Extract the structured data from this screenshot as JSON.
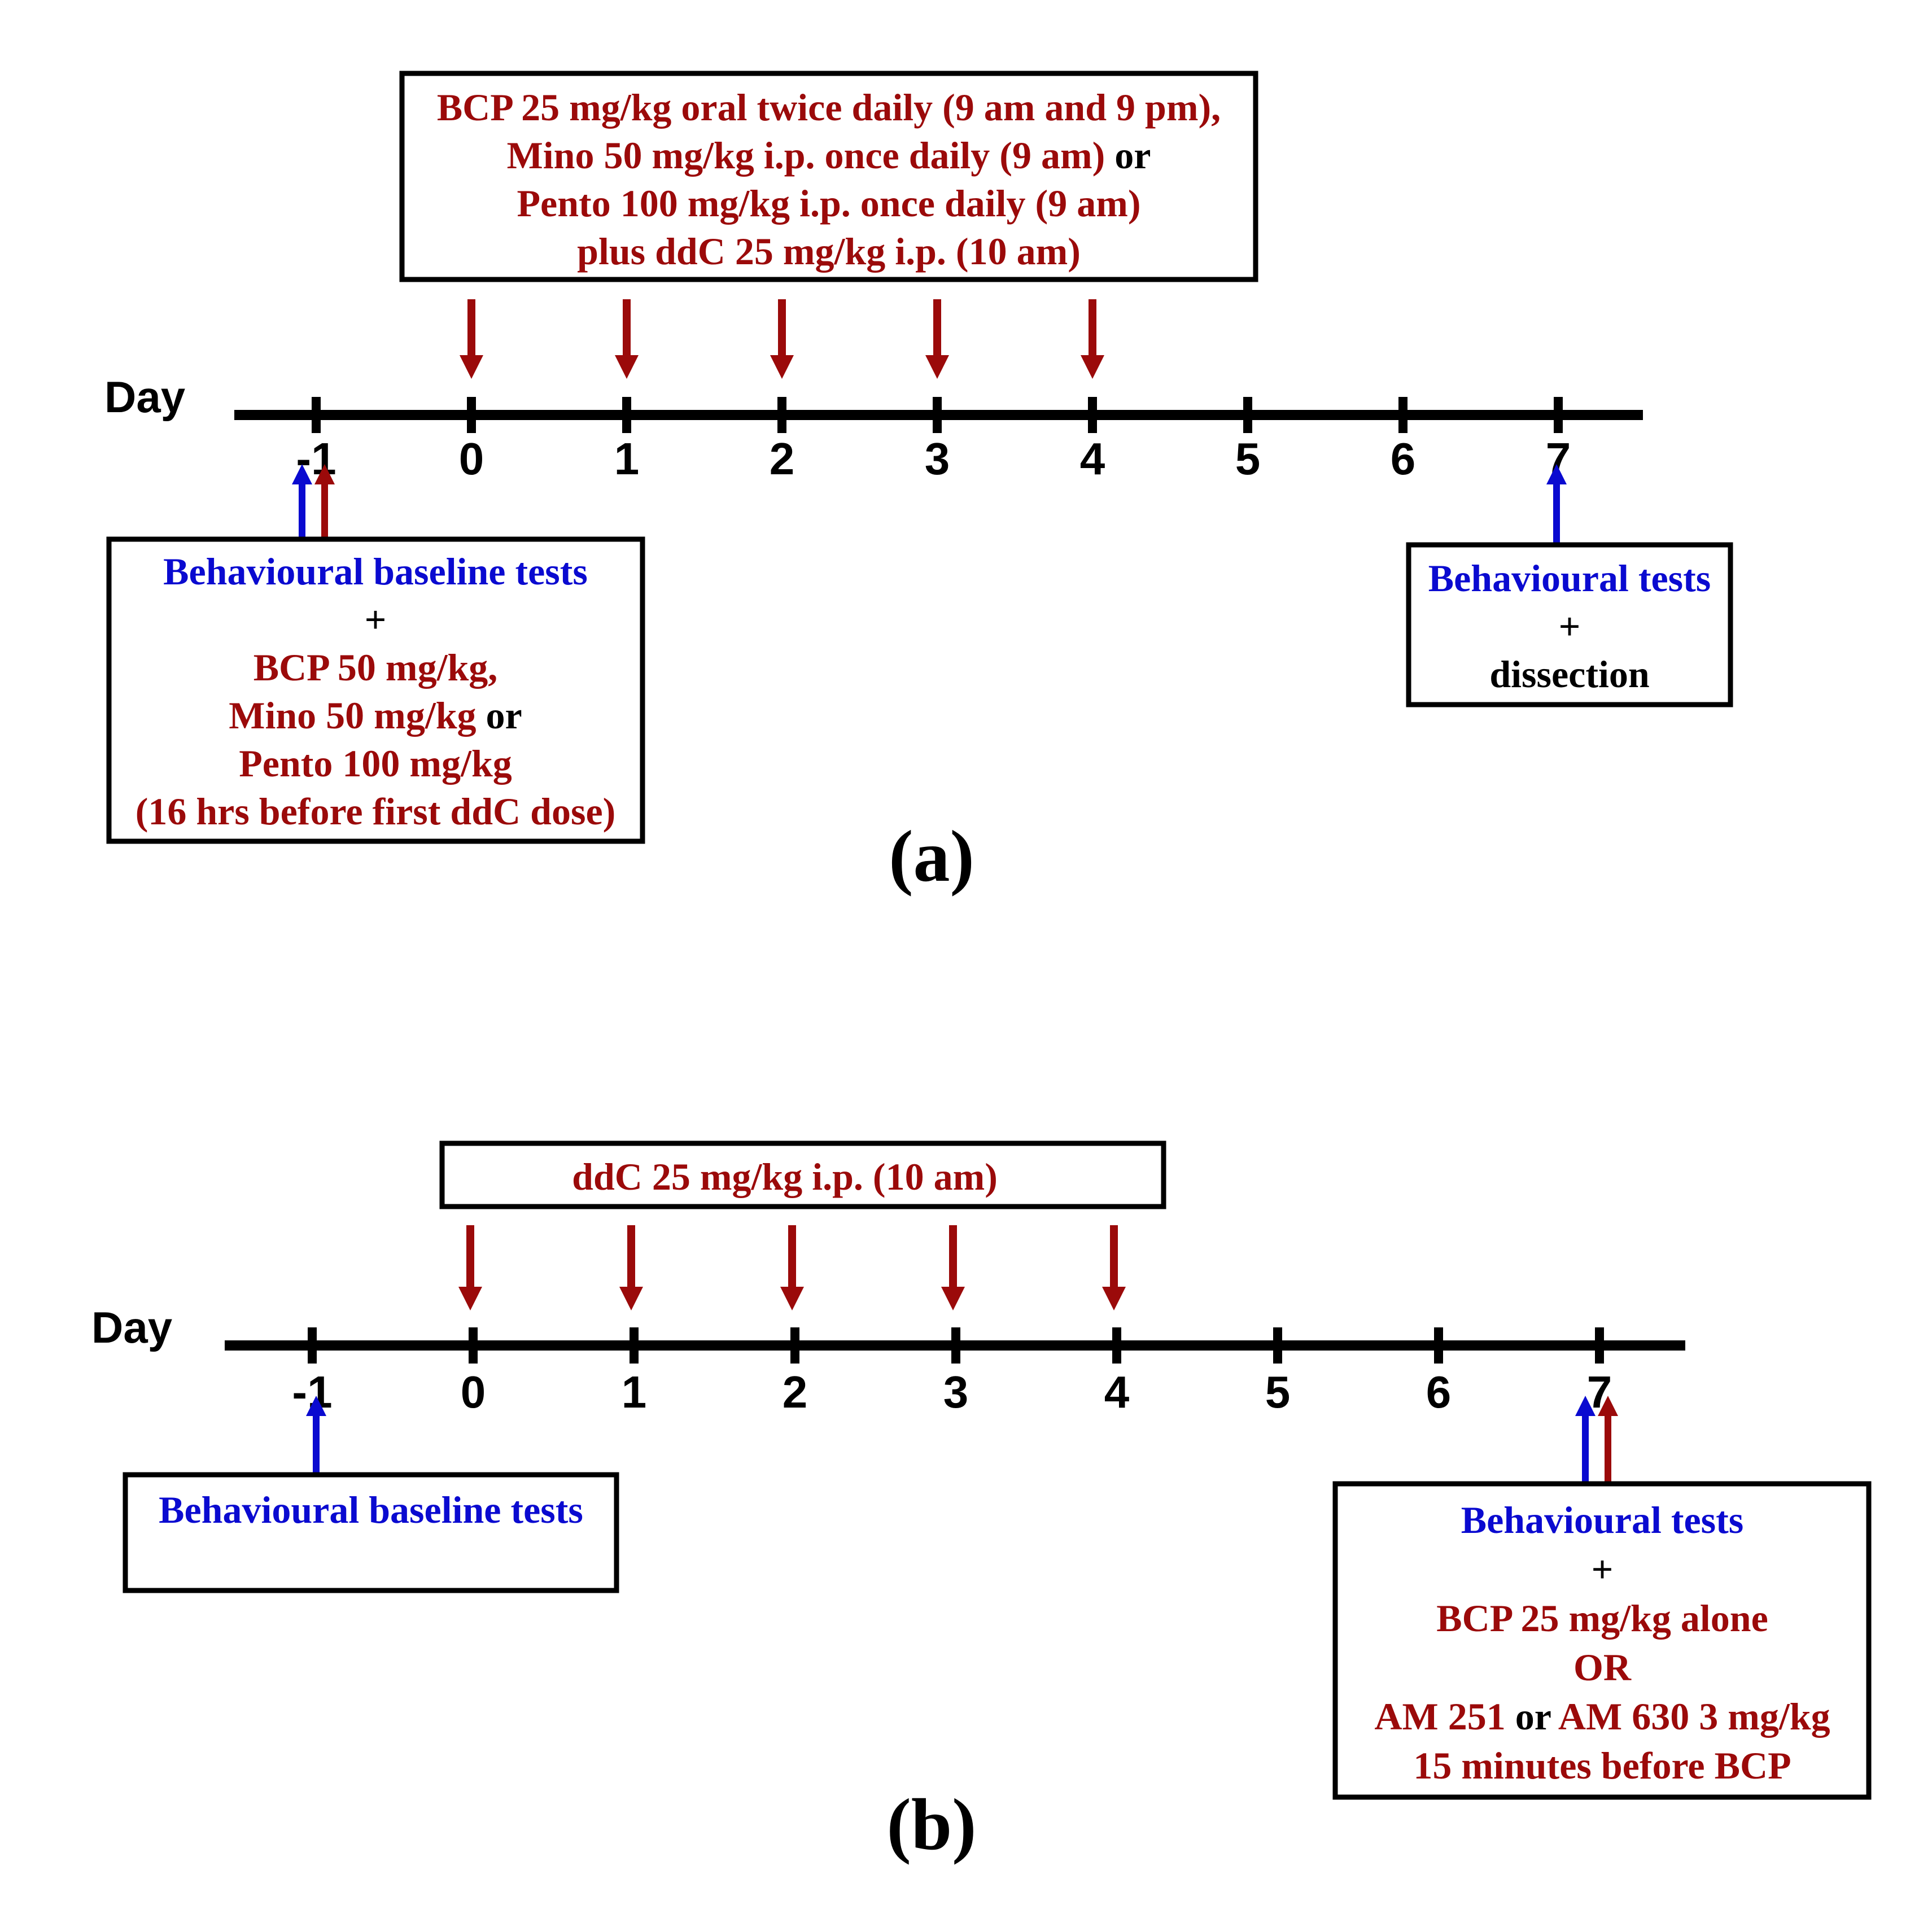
{
  "colors": {
    "red": "#9b0a0a",
    "blue": "#0a0ad0",
    "black": "#000000",
    "box_border": "#000000"
  },
  "panel_a": {
    "label": "(a)",
    "day_label": "Day",
    "days": [
      "-1",
      "0",
      "1",
      "2",
      "3",
      "4",
      "5",
      "6",
      "7"
    ],
    "top_box": {
      "lines": [
        [
          {
            "t": "BCP 25 mg/kg oral twice daily (9 am and 9 pm),",
            "c": "red"
          }
        ],
        [
          {
            "t": "Mino 50 mg/kg i.p. once daily (9 am)",
            "c": "red"
          },
          {
            "t": " or",
            "c": "black"
          }
        ],
        [
          {
            "t": "Pento 100 mg/kg i.p. once daily (9 am)",
            "c": "red"
          }
        ],
        [
          {
            "t": "plus ddC 25 mg/kg i.p. (10 am)",
            "c": "red"
          }
        ]
      ]
    },
    "left_box": {
      "lines": [
        [
          {
            "t": "Behavioural baseline tests",
            "c": "blue"
          }
        ],
        [
          {
            "t": "+",
            "c": "black"
          }
        ],
        [
          {
            "t": "BCP 50 mg/kg,",
            "c": "red"
          }
        ],
        [
          {
            "t": "Mino 50 mg/kg",
            "c": "red"
          },
          {
            "t": " or",
            "c": "black"
          }
        ],
        [
          {
            "t": "Pento 100 mg/kg",
            "c": "red"
          }
        ],
        [
          {
            "t": "(16 hrs before first ddC dose)",
            "c": "red"
          }
        ]
      ]
    },
    "right_box": {
      "lines": [
        [
          {
            "t": "Behavioural tests",
            "c": "blue"
          }
        ],
        [
          {
            "t": "+",
            "c": "black"
          }
        ],
        [
          {
            "t": "dissection",
            "c": "black"
          }
        ]
      ]
    }
  },
  "panel_b": {
    "label": "(b)",
    "day_label": "Day",
    "days": [
      "-1",
      "0",
      "1",
      "2",
      "3",
      "4",
      "5",
      "6",
      "7"
    ],
    "top_box": {
      "lines": [
        [
          {
            "t": "ddC 25 mg/kg i.p. (10 am)",
            "c": "red"
          }
        ]
      ]
    },
    "left_box": {
      "lines": [
        [
          {
            "t": "Behavioural baseline tests",
            "c": "blue"
          }
        ]
      ]
    },
    "right_box": {
      "lines": [
        [
          {
            "t": "Behavioural tests",
            "c": "blue"
          }
        ],
        [
          {
            "t": "+",
            "c": "black"
          }
        ],
        [
          {
            "t": "BCP 25 mg/kg alone",
            "c": "red"
          }
        ],
        [
          {
            "t": "OR",
            "c": "red"
          }
        ],
        [
          {
            "t": "AM 251",
            "c": "red"
          },
          {
            "t": " or ",
            "c": "black"
          },
          {
            "t": "AM 630 3 mg/kg",
            "c": "red"
          }
        ],
        [
          {
            "t": "15 minutes before BCP",
            "c": "red"
          }
        ]
      ]
    }
  }
}
